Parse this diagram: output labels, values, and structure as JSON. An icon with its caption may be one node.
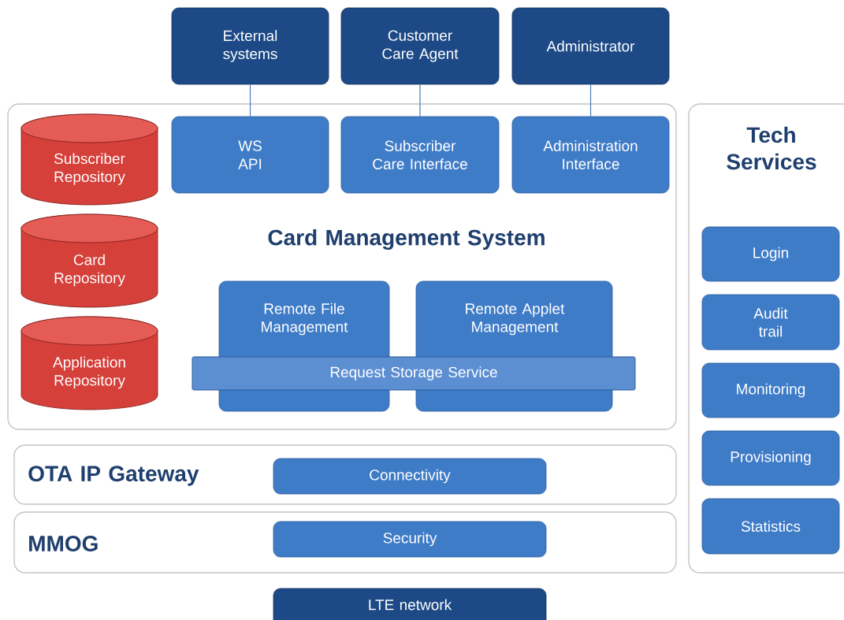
{
  "diagram": {
    "nodes": [
      {
        "text": [
          "External systems"
        ]
      },
      {
        "text": [
          "Customer Care Agent"
        ]
      },
      {
        "text": [
          "Administrator"
        ]
      },
      {
        "text": [
          "Card Management System"
        ]
      },
      {
        "text": [
          "Subscriber Repository"
        ],
        "in": 3
      },
      {
        "text": [
          "Card Repository"
        ],
        "in": 3
      },
      {
        "text": [
          "Application Repository"
        ],
        "in": 3
      },
      {
        "text": [
          "WS API"
        ],
        "in": 3
      },
      {
        "text": [
          "Subscriber Care Interface"
        ],
        "in": 3
      },
      {
        "text": [
          "Administration Interface"
        ],
        "in": 3
      },
      {
        "text": [
          "Remote File Management"
        ],
        "in": 3
      },
      {
        "text": [
          "Remote Applet Management"
        ],
        "in": 3
      },
      {
        "text": [
          "Request Storage Service"
        ],
        "in": 3
      },
      {
        "text": [
          "OTA IP Gateway"
        ]
      },
      {
        "text": [
          "Connectivity"
        ],
        "in": 13
      },
      {
        "text": [
          "MMOG"
        ]
      },
      {
        "text": [
          "Security"
        ],
        "in": 15
      },
      {
        "text": [
          "Tech Services"
        ]
      },
      {
        "text": [
          "Login"
        ],
        "in": 17
      },
      {
        "text": [
          "Audit trail"
        ],
        "in": 17
      },
      {
        "text": [
          "Monitoring"
        ],
        "in": 17
      },
      {
        "text": [
          "Provisioning"
        ],
        "in": 17
      },
      {
        "text": [
          "Statistics"
        ],
        "in": 17
      },
      {
        "text": [
          "LTE network"
        ]
      }
    ],
    "edges": [
      {
        "from": 0,
        "to": 7,
        "arrow": "none"
      },
      {
        "from": 1,
        "to": 8,
        "arrow": "none"
      },
      {
        "from": 2,
        "to": 9,
        "arrow": "none"
      }
    ]
  }
}
